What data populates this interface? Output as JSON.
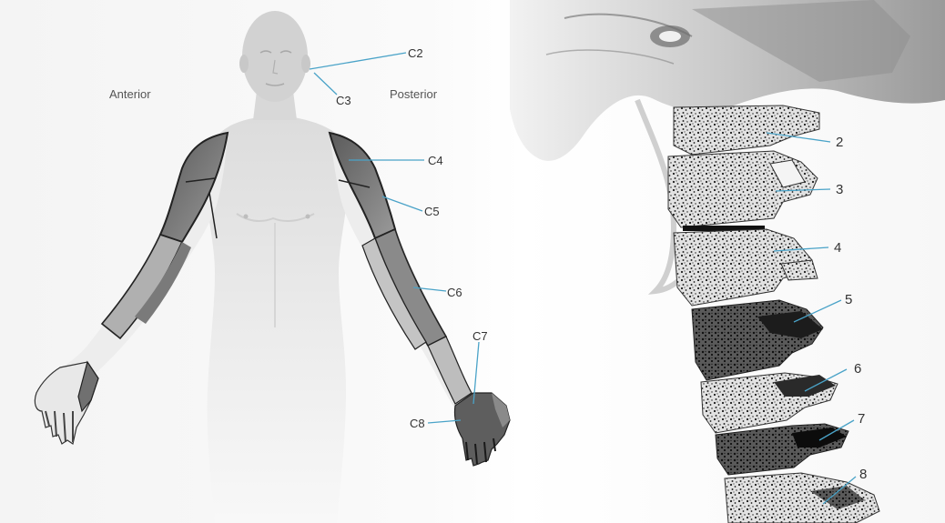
{
  "body_view": {
    "side_labels": {
      "anterior": "Anterior",
      "posterior": "Posterior"
    },
    "dermatome_labels": [
      "C2",
      "C3",
      "C4",
      "C5",
      "C6",
      "C7",
      "C8"
    ]
  },
  "spine_view": {
    "vertebra_labels": [
      "2",
      "3",
      "4",
      "5",
      "6",
      "7",
      "8"
    ]
  },
  "colors": {
    "leader_line": "#4aa3c8",
    "dermatome_shade": "#6a6a6a",
    "skin": "#e6e6e6",
    "bone_speckle": "#1a1a1a"
  }
}
